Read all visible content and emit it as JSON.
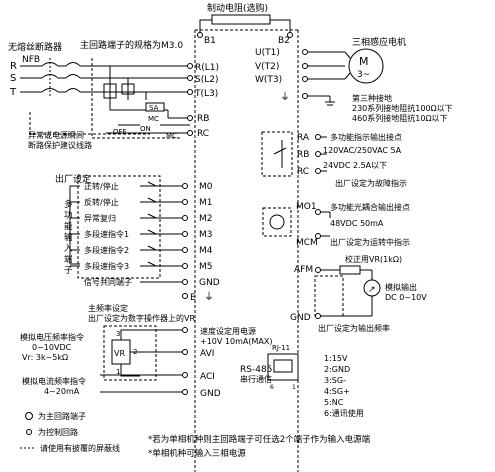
{
  "brake": {
    "title": "制动电阻(选购)",
    "b1": "B1",
    "b2": "B2"
  },
  "breaker": {
    "label": "无熔丝断路器",
    "nfb": "NFB"
  },
  "mains": {
    "r": "R",
    "s": "S",
    "t": "T"
  },
  "main_spec": "主回路端子的规格为M3.0",
  "inputs": {
    "r_l1": "R(L1)",
    "s_l2": "S(L2)",
    "t_l3": "T(L3)"
  },
  "outputs": {
    "u": "U(T1)",
    "v": "V(T2)",
    "w": "W(T3)"
  },
  "motor": {
    "title": "三相感应电机",
    "symbol": "M",
    "phase": "3~"
  },
  "ground": {
    "title": "第三种接地",
    "line1": "230系列接地阻抗100Ω以下",
    "line2": "460系列接地阻抗10Ω以下"
  },
  "protection": {
    "sa": "SA",
    "mc1": "MC",
    "off": "OFF",
    "on": "ON",
    "mc2": "MC",
    "rb": "RB",
    "rc": "RC",
    "label1": "异常或电源瞬间",
    "label2": "断路保护建议线路"
  },
  "relay": {
    "title": "多功能指示输出接点",
    "ra": "RA",
    "rb": "RB",
    "rc": "RC",
    "spec1": "120VAC/250VAC 5A",
    "spec2": "24VDC  2.5A以下",
    "note": "出厂设定为故障指示"
  },
  "photo": {
    "mo1": "MO1",
    "title": "多功能光耦合输出接点",
    "spec": "48VDC 50mA",
    "mcm": "MCM",
    "note": "出厂设定为运转中指示"
  },
  "factory": {
    "label": "出厂设定"
  },
  "multi_func": {
    "label": [
      "多",
      "功",
      "能",
      "输",
      "入",
      "端",
      "子"
    ]
  },
  "di": [
    {
      "name": "正转/停止",
      "term": "M0"
    },
    {
      "name": "反转/停止",
      "term": "M1"
    },
    {
      "name": "异常复归",
      "term": "M2"
    },
    {
      "name": "多段速指令1",
      "term": "M3"
    },
    {
      "name": "多段速指令2",
      "term": "M4"
    },
    {
      "name": "多段速指令3",
      "term": "M5"
    },
    {
      "name": "信号共同端子",
      "term": "GND"
    }
  ],
  "e_term": "E",
  "freq": {
    "line1": "主频率设定",
    "line2": "出厂设定为数字操作器上的VR"
  },
  "afm": {
    "term": "AFM",
    "vr_label": "校正用VR(1kΩ)",
    "out1": "模拟输出",
    "out2": "DC 0~10V",
    "gnd": "GND",
    "note": "出厂设定为输出频率"
  },
  "analog_v": {
    "title": "模拟电压频率指令",
    "range": "0~10VDC",
    "vr": "Vr: 3k~5kΩ",
    "vr_box": "VR",
    "pin1": "1",
    "pin2": "2",
    "pin3": "3",
    "pos": "+10V",
    "avi": "AVI",
    "spec1": "速度设定用电源",
    "spec2": "+10V 10mA(MAX)"
  },
  "analog_i": {
    "title": "模拟电流频率指令",
    "range": "4~20mA",
    "aci": "ACI",
    "gnd": "GND"
  },
  "rs485": {
    "port": "RJ-11",
    "title": "RS-485",
    "sub": "串行通信",
    "pins": [
      "1:15V",
      "2:GND",
      "3:SG-",
      "4:SG+",
      "5:NC",
      "6:通讯使用"
    ],
    "pin_left": "6",
    "pin_right": "1"
  },
  "legend": {
    "main": "为主回路端子",
    "ctrl": "为控制回路",
    "shield": "请使用有披覆的屏蔽线"
  },
  "notes": {
    "line1": "*若为单相机种则主回路端子可任选2个端子作为输入电源端",
    "line2": "*单相机种可输入三相电源"
  }
}
